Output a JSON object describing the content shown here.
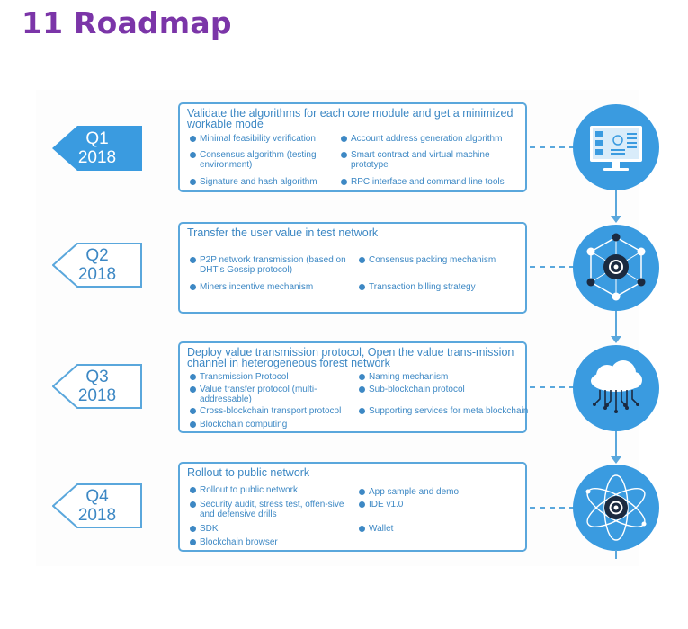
{
  "title": "11 Roadmap",
  "colors": {
    "title": "#7b35a8",
    "accent": "#3a9be0",
    "text": "#3d88c4"
  },
  "phases": [
    {
      "quarter": "Q1",
      "year": "2018",
      "heading": "Validate the algorithms for each core module and get a minimized workable mode",
      "items": [
        "Minimal feasibility verification",
        "Account address generation algorithm",
        "Consensus algorithm (testing environment)",
        "Smart contract and virtual machine prototype",
        "Signature and hash algorithm",
        "RPC interface and command line tools"
      ],
      "icon": "monitor-icon"
    },
    {
      "quarter": "Q2",
      "year": "2018",
      "heading": "Transfer the user value in test network",
      "items": [
        "P2P network transmission (based on DHT's Gossip protocol)",
        "Consensus packing mechanism",
        "Miners incentive mechanism",
        "Transaction billing strategy"
      ],
      "icon": "network-hexagon-icon"
    },
    {
      "quarter": "Q3",
      "year": "2018",
      "heading": "Deploy value transmission protocol, Open the value trans-mission channel in heterogeneous forest network",
      "items": [
        "Transmission Protocol",
        "Naming mechanism",
        "Value transfer protocol (multi-addressable)",
        "Sub-blockchain protocol",
        "Cross-blockchain transport protocol",
        "Supporting services for meta blockchain",
        "Blockchain computing"
      ],
      "icon": "cloud-circuit-icon"
    },
    {
      "quarter": "Q4",
      "year": "2018",
      "heading": "Rollout to public network",
      "items": [
        "Rollout to public network",
        "App sample and demo",
        "Security audit, stress test, offen-sive and defensive drills",
        "IDE v1.0",
        "SDK",
        "Wallet",
        "Blockchain browser"
      ],
      "icon": "atom-orbit-icon"
    }
  ]
}
